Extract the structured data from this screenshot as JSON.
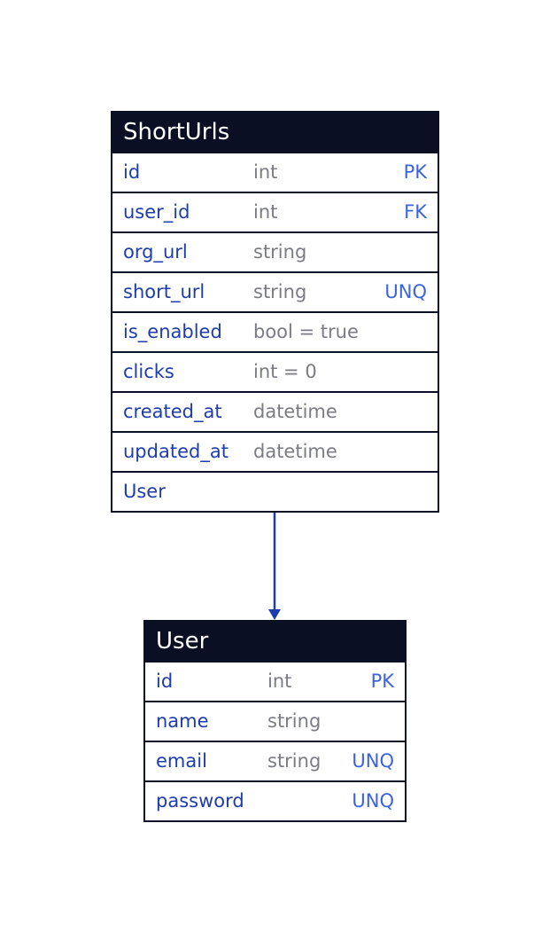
{
  "entities": [
    {
      "name": "ShortUrls",
      "fields": [
        {
          "name": "id",
          "type": "int",
          "key": "PK"
        },
        {
          "name": "user_id",
          "type": "int",
          "key": "FK"
        },
        {
          "name": "org_url",
          "type": "string",
          "key": ""
        },
        {
          "name": "short_url",
          "type": "string",
          "key": "UNQ"
        },
        {
          "name": "is_enabled",
          "type": "bool = true",
          "key": ""
        },
        {
          "name": "clicks",
          "type": "int = 0",
          "key": ""
        },
        {
          "name": "created_at",
          "type": "datetime",
          "key": ""
        },
        {
          "name": "updated_at",
          "type": "datetime",
          "key": ""
        },
        {
          "name": "User",
          "type": "",
          "key": ""
        }
      ]
    },
    {
      "name": "User",
      "fields": [
        {
          "name": "id",
          "type": "int",
          "key": "PK"
        },
        {
          "name": "name",
          "type": "string",
          "key": ""
        },
        {
          "name": "email",
          "type": "string",
          "key": "UNQ"
        },
        {
          "name": "password",
          "type": "",
          "key": "UNQ"
        }
      ]
    }
  ],
  "relations": [
    {
      "from": "ShortUrls",
      "to": "User"
    }
  ],
  "colors": {
    "header_bg": "#0b0f24",
    "field_name": "#1d3cad",
    "field_type": "#7b7b86",
    "field_key": "#3c63e0",
    "connector": "#1d3cad"
  }
}
